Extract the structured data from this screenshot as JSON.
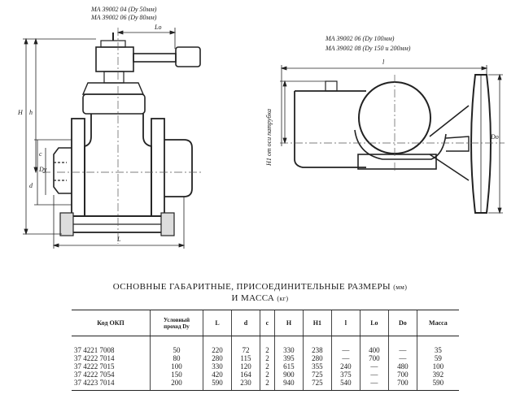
{
  "drawing_labels": {
    "model_left_1": "МА 39002 04 (Dy 50мм)",
    "model_left_2": "МА 39002 06 (Dy 80мм)",
    "model_right_1": "МА 39002 06 (Dy 100мм)",
    "model_right_2": "МА 39002 08 (Dy 150 и 200мм)",
    "dim_Lo": "Lo",
    "dim_h": "h",
    "dim_H_left": "H",
    "dim_d": "d",
    "dim_Dy": "Dy",
    "dim_c": "c",
    "dim_L": "L",
    "dim_l": "l",
    "dim_Do": "Do",
    "dim_H1": "H1 от оси патрубка"
  },
  "table": {
    "title": "ОСНОВНЫЕ ГАБАРИТНЫЕ, ПРИСОЕДИНИТЕЛЬНЫЕ РАЗМЕРЫ",
    "title_unit": "(мм)",
    "subtitle": "И МАССА",
    "subtitle_unit": "(кг)",
    "headers": {
      "code": "Код ОКП",
      "dy_1": "Условный",
      "dy_2": "проход Dy",
      "L": "L",
      "d": "d",
      "c": "c",
      "H": "H",
      "H1": "H1",
      "l": "l",
      "Lo": "Lo",
      "Do": "Do",
      "mass": "Масса"
    },
    "rows": [
      {
        "code": "37 4221 7008",
        "dy": "50",
        "L": "220",
        "d": "72",
        "c": "2",
        "H": "330",
        "H1": "238",
        "l": "—",
        "Lo": "400",
        "Do": "—",
        "mass": "35"
      },
      {
        "code": "37 4222 7014",
        "dy": "80",
        "L": "280",
        "d": "115",
        "c": "2",
        "H": "395",
        "H1": "280",
        "l": "—",
        "Lo": "700",
        "Do": "—",
        "mass": "59"
      },
      {
        "code": "37 4222 7015",
        "dy": "100",
        "L": "330",
        "d": "120",
        "c": "2",
        "H": "615",
        "H1": "355",
        "l": "240",
        "Lo": "—",
        "Do": "480",
        "mass": "100"
      },
      {
        "code": "37 4222 7054",
        "dy": "150",
        "L": "420",
        "d": "164",
        "c": "2",
        "H": "900",
        "H1": "725",
        "l": "375",
        "Lo": "—",
        "Do": "700",
        "mass": "392"
      },
      {
        "code": "37 4223 7014",
        "dy": "200",
        "L": "590",
        "d": "230",
        "c": "2",
        "H": "940",
        "H1": "725",
        "l": "540",
        "Lo": "—",
        "Do": "700",
        "mass": "590"
      }
    ]
  }
}
